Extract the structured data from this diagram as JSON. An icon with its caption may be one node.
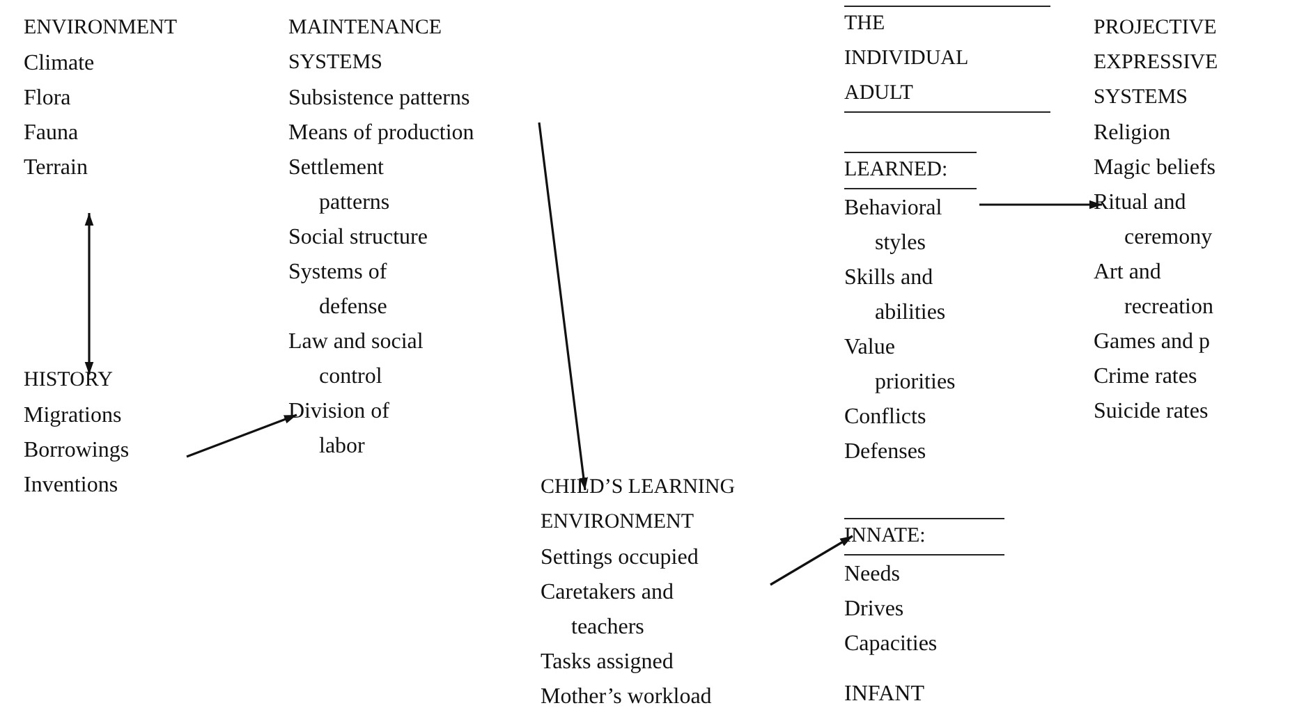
{
  "diagram": {
    "nodes": [
      {
        "text": [
          "ENVIRONMENT",
          "Climate",
          "Flora",
          "Fauna",
          "Terrain"
        ]
      },
      {
        "text": [
          "MAINTENANCE SYSTEMS",
          "Subsistence patterns",
          "Means of production",
          "Settlement patterns",
          "Social structure",
          "Systems of defense",
          "Law and social control",
          "Division of labor"
        ]
      },
      {
        "text": [
          "HISTORY",
          "Migrations",
          "Borrowings",
          "Inventions"
        ]
      },
      {
        "text": [
          "CHILD’S LEARNING ENVIRONMENT",
          "Settings occupied",
          "Caretakers and teachers",
          "Tasks assigned",
          "Mother’s workload"
        ]
      },
      {
        "text": [
          "THE INDIVIDUAL ADULT"
        ]
      },
      {
        "text": [
          "LEARNED:",
          "Behavioral styles",
          "Skills and abilities",
          "Value priorities",
          "Conflicts",
          "Defenses"
        ]
      },
      {
        "text": [
          "INNATE:",
          "Needs",
          "Drives",
          "Capacities"
        ]
      },
      {
        "text": [
          "PROJECTIVE EXPRESSIVE SYSTEMS",
          "Religion",
          "Magic beliefs",
          "Ritual and ceremony",
          "Art and recreation",
          "Games and p",
          "Crime rates",
          "Suicide rates"
        ]
      }
    ],
    "edges": [
      {
        "from": 0,
        "to": 2,
        "arrow": "both"
      },
      {
        "from": 2,
        "to": 1,
        "arrow": "to"
      },
      {
        "from": 1,
        "to": 3,
        "arrow": "to"
      },
      {
        "from": 3,
        "to": 6,
        "arrow": "to"
      },
      {
        "from": 5,
        "to": 7,
        "arrow": "to"
      }
    ],
    "labels": [
      "INFANT"
    ]
  }
}
